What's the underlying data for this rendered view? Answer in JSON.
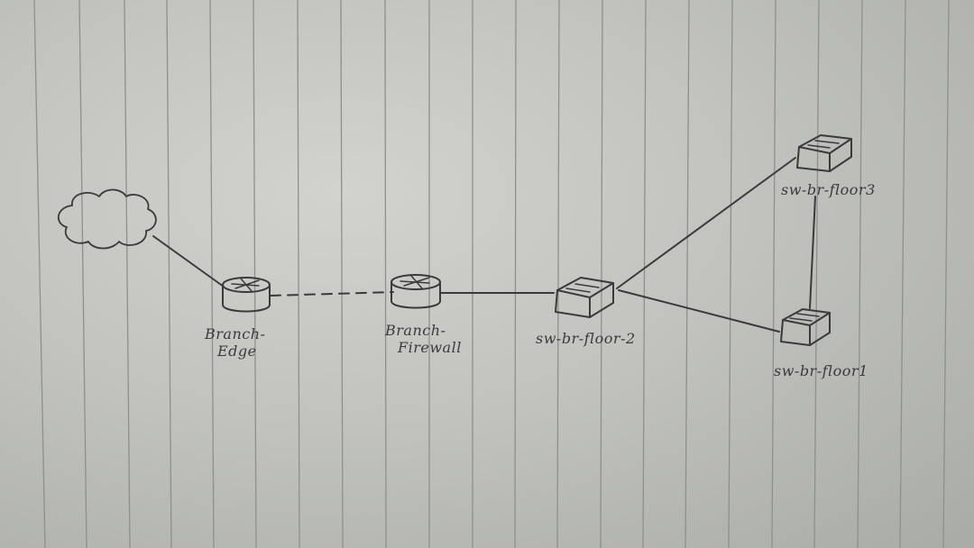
{
  "diagram": {
    "nodes": [
      {
        "id": "internet",
        "kind": "cloud-icon",
        "label_line1": "",
        "label_line2": ""
      },
      {
        "id": "branch-edge",
        "kind": "router-icon",
        "label_line1": "Branch-",
        "label_line2": "Edge"
      },
      {
        "id": "branch-firewall",
        "kind": "router-icon",
        "label_line1": "Branch-",
        "label_line2": "Firewall"
      },
      {
        "id": "sw-br-floor2",
        "kind": "switch-icon",
        "label_line1": "sw-br-floor-2",
        "label_line2": ""
      },
      {
        "id": "sw-br-floor3",
        "kind": "switch-icon",
        "label_line1": "sw-br-floor3",
        "label_line2": ""
      },
      {
        "id": "sw-br-floor1",
        "kind": "switch-icon",
        "label_line1": "sw-br-floor1",
        "label_line2": ""
      }
    ],
    "links": [
      {
        "from": "internet",
        "to": "branch-edge",
        "style": "solid"
      },
      {
        "from": "branch-edge",
        "to": "branch-firewall",
        "style": "dashed"
      },
      {
        "from": "branch-firewall",
        "to": "sw-br-floor2",
        "style": "solid"
      },
      {
        "from": "sw-br-floor2",
        "to": "sw-br-floor3",
        "style": "solid"
      },
      {
        "from": "sw-br-floor2",
        "to": "sw-br-floor1",
        "style": "solid"
      },
      {
        "from": "sw-br-floor3",
        "to": "sw-br-floor1",
        "style": "solid"
      }
    ],
    "colors": {
      "ink": "#3a3a3a",
      "paper": "#c8c9c5",
      "ruling": "#8e908d"
    }
  }
}
